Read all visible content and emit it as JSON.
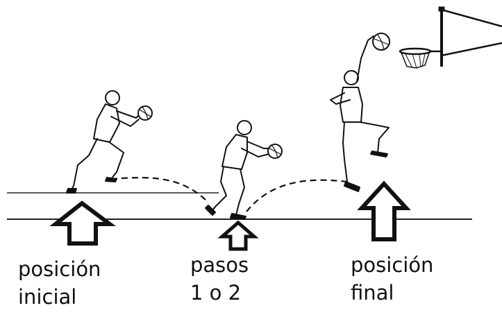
{
  "labels": {
    "start": {
      "line1": "posición",
      "line2": "inicial"
    },
    "steps": {
      "line1": "pasos",
      "line2": "1 o 2"
    },
    "end": {
      "line1": "posición",
      "line2": "final"
    }
  },
  "colors": {
    "ink": "#111111",
    "background": "#ffffff"
  }
}
